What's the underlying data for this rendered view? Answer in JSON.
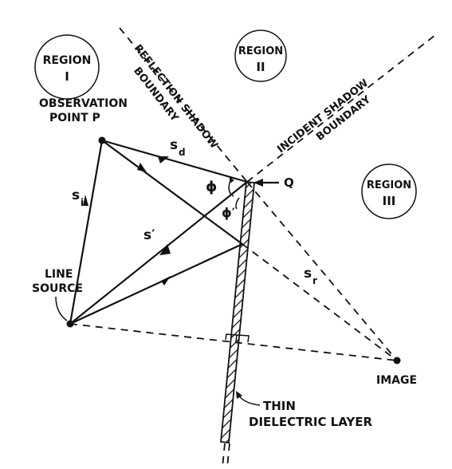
{
  "regions": [
    {
      "name": "REGION",
      "numeral": "I"
    },
    {
      "name": "REGION",
      "numeral": "II"
    },
    {
      "name": "REGION",
      "numeral": "III"
    }
  ],
  "labels": {
    "observation_line1": "OBSERVATION",
    "observation_line2": "POINT P",
    "line_source_1": "LINE",
    "line_source_2": "SOURCE",
    "image": "IMAGE",
    "thin_line1": "THIN",
    "thin_line2": "DIELECTRIC LAYER",
    "q": "Q",
    "reflection_shadow_1": "REFLECTION SHADOW",
    "reflection_shadow_2": "BOUNDARY",
    "incident_shadow_1": "INCIDENT SHADOW",
    "incident_shadow_2": "BOUNDARY",
    "s_d": "s",
    "s_d_sub": "d",
    "s_i": "s",
    "s_i_sub": "i",
    "s_prime": "s′",
    "s_r": "s",
    "s_r_sub": "r",
    "phi": "ϕ",
    "phi_prime": "ϕ′"
  }
}
